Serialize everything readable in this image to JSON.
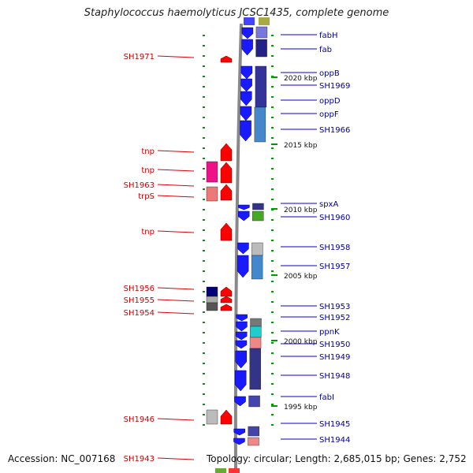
{
  "title": "Staphylococcus haemolyticus JCSC1435, complete genome",
  "footer": {
    "accession": "Accession: NC_007168",
    "topology": "Topology: circular; Length: 2,685,015 bp; Genes: 2,752"
  },
  "colors": {
    "left_label": "#cc0000",
    "right_label": "#000099",
    "forward_gene": "#ff0000",
    "reverse_gene": "#1a1aff",
    "backbone": "#888888",
    "tick": "#009900",
    "link_line_left": "#dd0000",
    "link_line_right": "#0000cc"
  },
  "scale_labels": [
    {
      "text": "2020 kbp",
      "kbp": 2020
    },
    {
      "text": "2015 kbp",
      "kbp": 2015
    },
    {
      "text": "2010 kbp",
      "kbp": 2010
    },
    {
      "text": "2005 kbp",
      "kbp": 2005
    },
    {
      "text": "2000 kbp",
      "kbp": 2000
    },
    {
      "text": "1995 kbp",
      "kbp": 1995
    }
  ],
  "left_genes": [
    {
      "label": "SH1971"
    },
    {
      "label": "tnp"
    },
    {
      "label": "tnp"
    },
    {
      "label": "SH1963"
    },
    {
      "label": "trpS"
    },
    {
      "label": "tnp"
    },
    {
      "label": "SH1956"
    },
    {
      "label": "SH1955"
    },
    {
      "label": "SH1954"
    },
    {
      "label": "SH1946"
    },
    {
      "label": "SH1943"
    }
  ],
  "right_genes": [
    {
      "label": "fabH"
    },
    {
      "label": "fab"
    },
    {
      "label": "oppB"
    },
    {
      "label": "SH1969"
    },
    {
      "label": "oppD"
    },
    {
      "label": "oppF"
    },
    {
      "label": "SH1966"
    },
    {
      "label": "spxA"
    },
    {
      "label": "SH1960"
    },
    {
      "label": "SH1958"
    },
    {
      "label": "SH1957"
    },
    {
      "label": "SH1953"
    },
    {
      "label": "SH1952"
    },
    {
      "label": "ppnK"
    },
    {
      "label": "SH1950"
    },
    {
      "label": "SH1949"
    },
    {
      "label": "SH1948"
    },
    {
      "label": "fabI"
    },
    {
      "label": "SH1945"
    },
    {
      "label": "SH1944"
    }
  ]
}
